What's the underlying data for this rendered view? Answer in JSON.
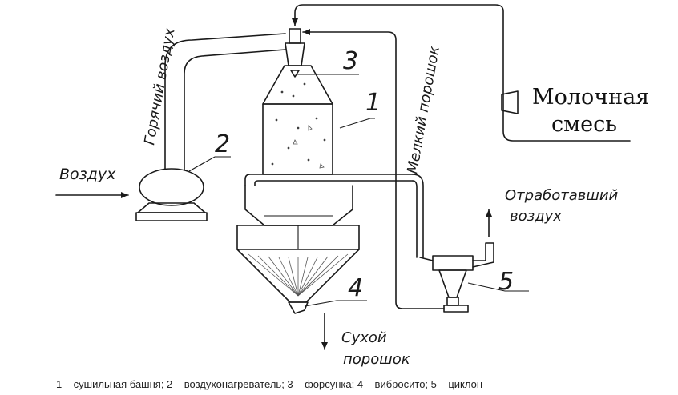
{
  "labels": {
    "air": "Воздух",
    "hot_air": "Горячий воздух",
    "fine_powder": "Мелкий порошок",
    "milk_line1": "Молочная",
    "milk_line2": "смесь",
    "exhaust_line1": "Отработавший",
    "exhaust_line2": "воздух",
    "dry_line1": "Сухой",
    "dry_line2": "порошок"
  },
  "numbers": {
    "n1": "1",
    "n2": "2",
    "n3": "3",
    "n4": "4",
    "n5": "5"
  },
  "caption": "1 – сушильная башня; 2 – воздухонагреватель; 3 – форсунка; 4 – вибросито; 5 – циклон"
}
